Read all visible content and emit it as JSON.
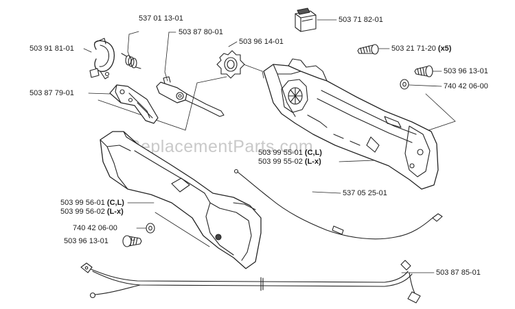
{
  "watermark": "eReplacementParts.com",
  "callouts": [
    {
      "id": "p1",
      "number": "537 01 13-01",
      "note": ""
    },
    {
      "id": "p2",
      "number": "503 87 80-01",
      "note": ""
    },
    {
      "id": "p3",
      "number": "503 96 14-01",
      "note": ""
    },
    {
      "id": "p4",
      "number": "503 71 82-01",
      "note": ""
    },
    {
      "id": "p5",
      "number": "503 91 81-01",
      "note": ""
    },
    {
      "id": "p6",
      "number": "503 21 71-20",
      "note": "(x5)"
    },
    {
      "id": "p7",
      "number": "503 96 13-01",
      "note": ""
    },
    {
      "id": "p8",
      "number": "740 42 06-00",
      "note": ""
    },
    {
      "id": "p9",
      "number": "503 87 79-01",
      "note": ""
    },
    {
      "id": "p10",
      "number": "503 99 55-01",
      "note": "(C,L)"
    },
    {
      "id": "p11",
      "number": "503 99 55-02",
      "note": "(L-x)"
    },
    {
      "id": "p12",
      "number": "537 05 25-01",
      "note": ""
    },
    {
      "id": "p13",
      "number": "503 99 56-01",
      "note": "(C,L)"
    },
    {
      "id": "p14",
      "number": "503 99 56-02",
      "note": "(L-x)"
    },
    {
      "id": "p15",
      "number": "740 42 06-00",
      "note": ""
    },
    {
      "id": "p16",
      "number": "503 96 13-01",
      "note": ""
    },
    {
      "id": "p17",
      "number": "503 87 85-01",
      "note": ""
    }
  ]
}
